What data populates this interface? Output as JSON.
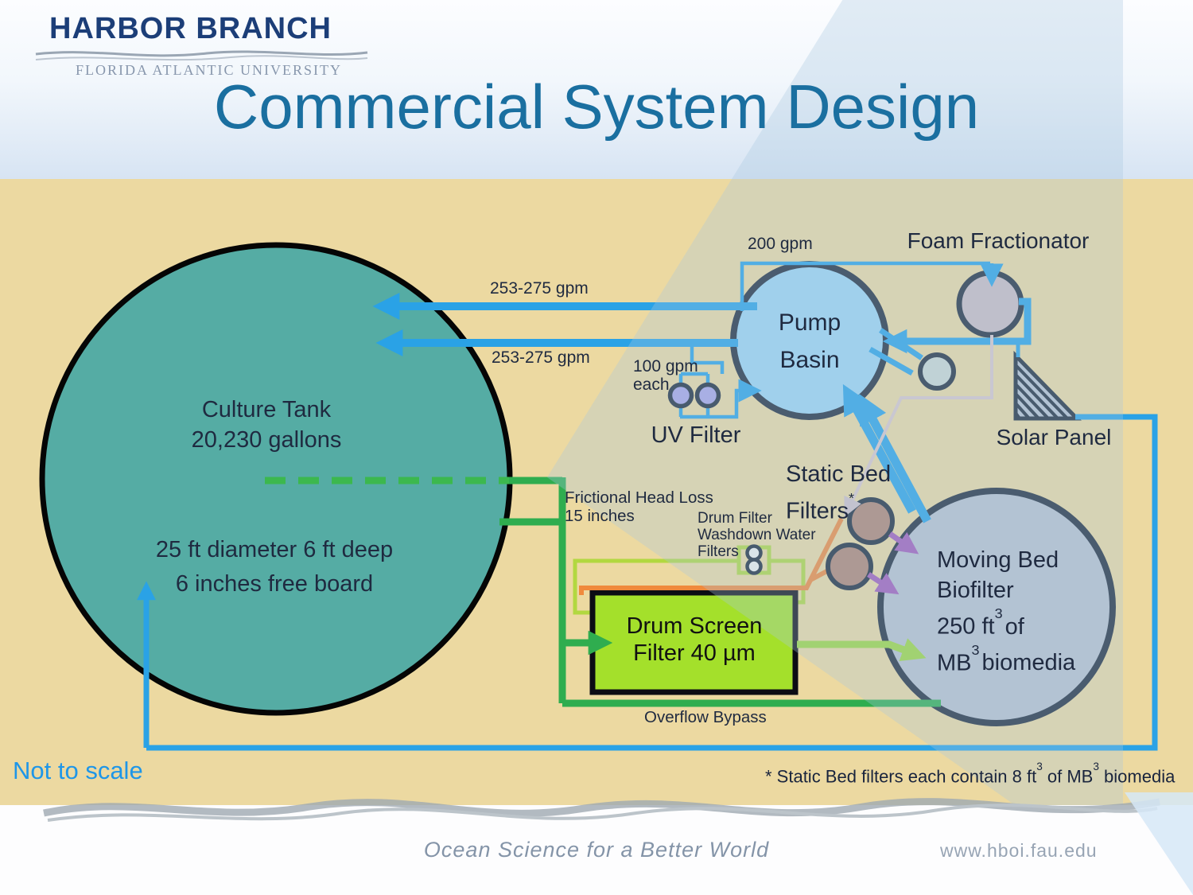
{
  "header": {
    "logo_primary": "HARBOR BRANCH",
    "logo_secondary": "FLORIDA ATLANTIC UNIVERSITY",
    "title": "Commercial System Design"
  },
  "diagram": {
    "culture_tank": {
      "name": "Culture Tank",
      "volume": "20,230 gallons",
      "dimensions": "25 ft diameter 6 ft deep",
      "freeboard": "6 inches free board"
    },
    "pump_basin": {
      "label": "Pump Basin"
    },
    "foam_fractionator": {
      "label": "Foam Fractionator"
    },
    "uv_filter": {
      "label": "UV Filter"
    },
    "solar_panel": {
      "label": "Solar Panel"
    },
    "static_bed": {
      "line1": "Static Bed",
      "line2": "Filters",
      "footnote_marker": "*"
    },
    "moving_bed": {
      "line1": "Moving Bed",
      "line2": "Biofilter",
      "line3_pre": "250 ft",
      "line3_sup": "3",
      "line3_post": "of",
      "line4_pre": "MB",
      "line4_sup": "3",
      "line4_post": "biomedia"
    },
    "drum_filter": {
      "line1": "Drum Screen",
      "line2": "Filter 40 µm"
    },
    "flows": {
      "gpm_200": "200 gpm",
      "gpm_top": "253-275 gpm",
      "gpm_bottom": "253-275 gpm",
      "gpm_uv_1": "100 gpm",
      "gpm_uv_2": "each",
      "head_loss_1": "Frictional Head Loss",
      "head_loss_2": "15 inches",
      "washdown_1": "Drum Filter",
      "washdown_2": "Washdown Water",
      "washdown_3": "Filters",
      "overflow": "Overflow Bypass"
    },
    "note_scale": "Not to scale",
    "footnote": {
      "pre": "* Static Bed filters each contain 8 ft",
      "sup1": "3",
      "mid": " of MB",
      "sup2": "3",
      "post": " biomedia"
    }
  },
  "footer": {
    "tagline": "Ocean Science for a Better World",
    "url": "www.hboi.fau.edu"
  },
  "colors": {
    "title_text": "#1a6fa0",
    "background_beige": "#ecd9a1",
    "culture_tank": "#55aca4",
    "pump_basin": "#9dd5f2",
    "foam_fractionator": "#cbbcc2",
    "uv_filter": "#a8a4e6",
    "static_bed": "#b08370",
    "moving_bed": "#b9c1cd",
    "drum_filter": "#a4e02b",
    "pipe_blue": "#2aa2e6",
    "pipe_green": "#2fad4f",
    "pipe_light_green": "#9ed73f",
    "pipe_orange": "#f08a3c",
    "pipe_purple": "#a15cb8",
    "pipe_pink": "#d9c7cb",
    "note_blue": "#1e96e8"
  }
}
